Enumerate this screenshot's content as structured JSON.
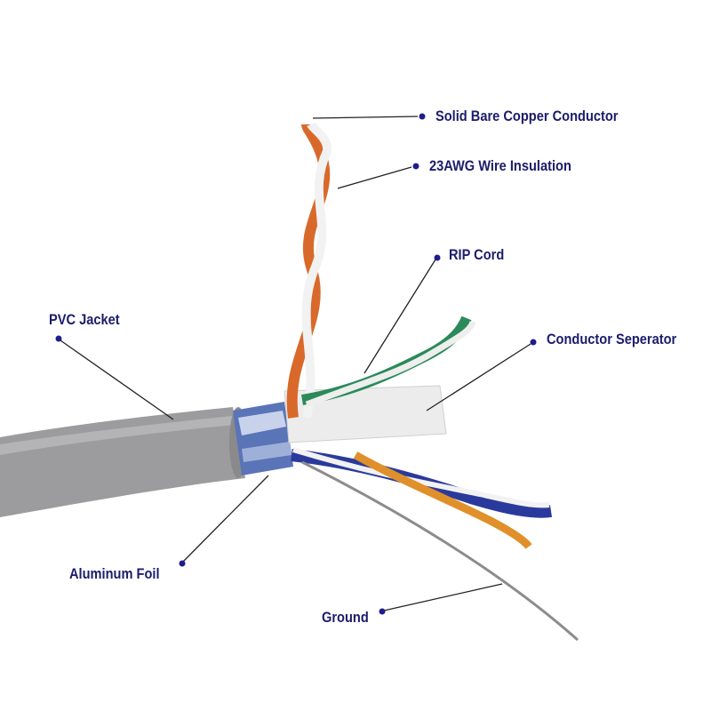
{
  "labels": {
    "copper": "Solid Bare Copper Conductor",
    "insulation": "23AWG Wire Insulation",
    "rip_cord": "RIP Cord",
    "separator": "Conductor Seperator",
    "pvc_jacket": "PVC Jacket",
    "foil": "Aluminum Foil",
    "ground": "Ground"
  },
  "colors": {
    "label_text": "#1c1c6b",
    "dot": "#1e1e8c",
    "jacket": "#9a9a9c",
    "foil": "#5a74b8"
  }
}
